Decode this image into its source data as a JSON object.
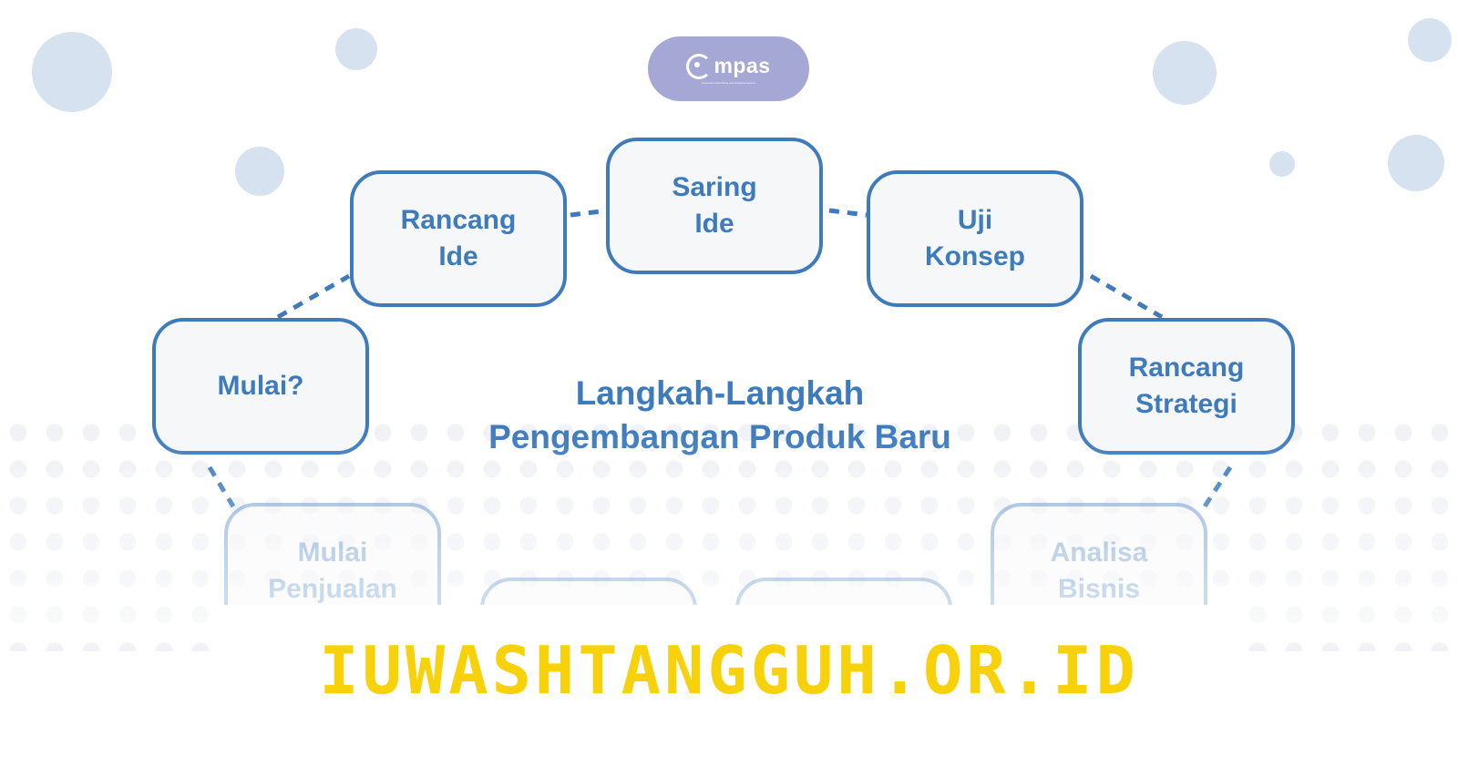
{
  "logo": {
    "text": "mpas",
    "tagline": "Comprehensive Plans and Analytical System"
  },
  "title": "Langkah-Langkah\nPengembangan Produk Baru",
  "steps": [
    {
      "label": "Saring\nIde"
    },
    {
      "label": "Rancang\nIde"
    },
    {
      "label": "Uji\nKonsep"
    },
    {
      "label": "Mulai?"
    },
    {
      "label": "Rancang\nStrategi"
    },
    {
      "label": "Mulai\nPenjualan"
    },
    {
      "label": "Analisa\nBisnis"
    },
    {
      "label": ""
    },
    {
      "label": ""
    }
  ],
  "watermark": "IUWASHTANGGUH.OR.ID",
  "colors": {
    "accent": "#3e7bbd",
    "logo_bg": "#a5a8d4",
    "watermark": "#f7d10a",
    "bubble": "#d6e2ef"
  }
}
